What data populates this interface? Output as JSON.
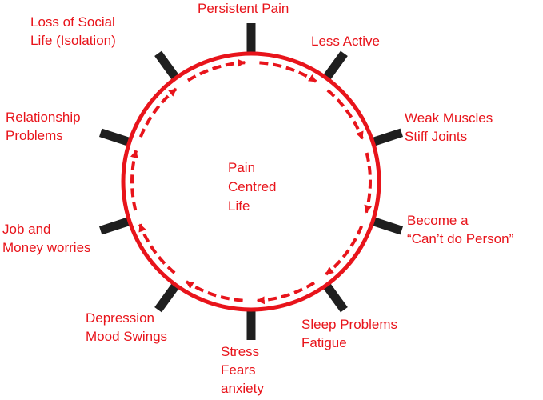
{
  "accent_color": "#e8141b",
  "tick_color": "#1f1f1f",
  "center": {
    "lines": [
      "Pain",
      "Centred",
      "Life"
    ]
  },
  "stages": [
    {
      "lines": [
        "Persistent Pain"
      ]
    },
    {
      "lines": [
        "Less Active"
      ]
    },
    {
      "lines": [
        "Weak Muscles",
        "Stiff Joints"
      ]
    },
    {
      "lines": [
        "Become a",
        "“Can’t do Person”"
      ]
    },
    {
      "lines": [
        "Sleep Problems",
        "Fatigue"
      ]
    },
    {
      "lines": [
        "Stress",
        "Fears",
        "anxiety"
      ]
    },
    {
      "lines": [
        "Depression",
        "Mood Swings"
      ]
    },
    {
      "lines": [
        "Job and",
        "Money worries"
      ]
    },
    {
      "lines": [
        "Relationship",
        "Problems"
      ]
    },
    {
      "lines": [
        "Loss of Social",
        "Life (Isolation)"
      ]
    }
  ],
  "flow_direction": "clockwise"
}
